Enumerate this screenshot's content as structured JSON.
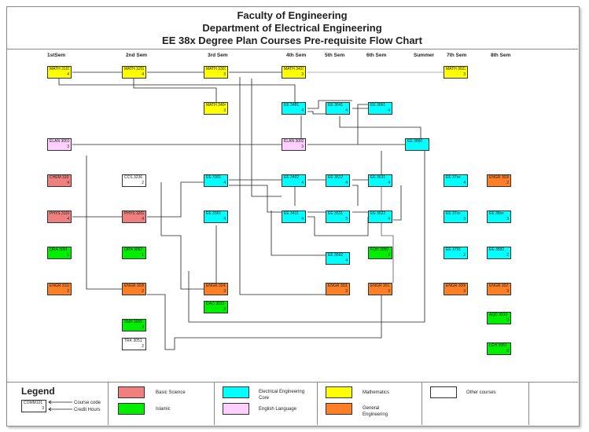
{
  "title": {
    "line1": "Faculty of Engineering",
    "line2": "Department of Electrical Engineering",
    "line3": "EE 38x Degree Plan Courses Pre-requisite Flow Chart"
  },
  "semesters": [
    "1stSem",
    "2nd Sem",
    "3rd Sem",
    "4th Sem",
    "5th Sem",
    "6th Sem",
    "Summer",
    "7th Sem",
    "8th Sem"
  ],
  "colors": {
    "math": "#ffff00",
    "ee": "#00ffff",
    "basic": "#f08080",
    "islamic": "#00ee00",
    "general_eng": "#ff7f27",
    "english": "#ffd0ff",
    "other": "#ffffff"
  },
  "courses": {
    "math3101": {
      "code": "MATH 3101",
      "cr": "4"
    },
    "math3202": {
      "code": "MATH 3202",
      "cr": "4"
    },
    "math3303": {
      "code": "MATH 3303",
      "cr": "3"
    },
    "math3404": {
      "code": "MATH 3404",
      "cr": "3"
    },
    "math3431": {
      "code": "MATH 3431",
      "cr": "3"
    },
    "math3622": {
      "code": "MATH 3622",
      "cr": "3"
    },
    "ee3481": {
      "code": "EE 3481",
      "cr": "4"
    },
    "ee3641": {
      "code": "EE 3641",
      "cr": "4"
    },
    "ee3661": {
      "code": "EE 3661",
      "cr": "4"
    },
    "elan3001": {
      "code": "ELAN 3001",
      "cr": "3"
    },
    "elan3002": {
      "code": "ELAN 3002",
      "cr": "3"
    },
    "ee3890": {
      "code": "EE 3890",
      "cr": ""
    },
    "chem3101": {
      "code": "CHEM 3101",
      "cr": "4"
    },
    "ccs3236": {
      "code": "CCS 3236",
      "cr": "2"
    },
    "ee3301": {
      "code": "EE 3301",
      "cr": "4"
    },
    "ee3402": {
      "code": "EE 3402",
      "cr": "4"
    },
    "ee3612": {
      "code": "EE 3612",
      "cr": "4"
    },
    "ee3631": {
      "code": "EE 3631",
      "cr": "4"
    },
    "ee37xxa": {
      "code": "EE 37xx",
      "cr": "4"
    },
    "engr3030": {
      "code": "ENGR 3030",
      "cr": "2"
    },
    "phys3101": {
      "code": "PHYS 3101",
      "cr": "4"
    },
    "phys3202": {
      "code": "PHYS 3202",
      "cr": "4"
    },
    "ee3361": {
      "code": "EE 3361",
      "cr": "4"
    },
    "ee3411": {
      "code": "EE 3411",
      "cr": "4"
    },
    "ee3521": {
      "code": "EE 3521",
      "cr": "3"
    },
    "ee3622": {
      "code": "EE 3622",
      "cr": "4"
    },
    "ee37xxb": {
      "code": "EE 37xx",
      "cr": "3"
    },
    "ee38xx": {
      "code": "EE 38xx",
      "cr": "3"
    },
    "qra3051": {
      "code": "QRA 3051",
      "cr": "1"
    },
    "qra3052": {
      "code": "QRA 3052",
      "cr": "1"
    },
    "ee3662": {
      "code": "EE 3662",
      "cr": "4"
    },
    "fqh3050": {
      "code": "FQH 3050",
      "cr": "2"
    },
    "ee3791": {
      "code": "EE 3791",
      "cr": "2"
    },
    "ee3892": {
      "code": "EE 3892",
      "cr": "2"
    },
    "engr3110": {
      "code": "ENGR 3110",
      "cr": "2"
    },
    "engr3030b": {
      "code": "ENGR 3030",
      "cr": "2"
    },
    "engr3243": {
      "code": "ENGR 3243",
      "cr": "3"
    },
    "engr3032": {
      "code": "ENGR 3032",
      "cr": "3"
    },
    "engr3011": {
      "code": "ENGR 3011",
      "cr": "3"
    },
    "engr3000": {
      "code": "ENGR 3000",
      "cr": "3"
    },
    "engr3021": {
      "code": "ENGR 3021",
      "cr": "3"
    },
    "dao3031": {
      "code": "DAO 3031",
      "cr": "2"
    },
    "aqd3010": {
      "code": "AQD 3010",
      "cr": "2"
    },
    "snh3005": {
      "code": "SNH 3005",
      "cr": "2"
    },
    "trk3051": {
      "code": "TRK 3051",
      "cr": "2"
    },
    "lgh3051": {
      "code": "LGH 3051",
      "cr": "2"
    }
  },
  "legend": {
    "title": "Legend",
    "sample_code": "COMM101",
    "sample_credit": "3",
    "course_code_label": "Course code",
    "credit_hours_label": "Credit Hours",
    "basic_science": "Basic Science",
    "islamic": "Islamic",
    "ee_core": "Electrical Engineering Core",
    "english": "English Language",
    "math": "Mathematics",
    "general_eng": "General Engineering",
    "other": "Other courses"
  }
}
